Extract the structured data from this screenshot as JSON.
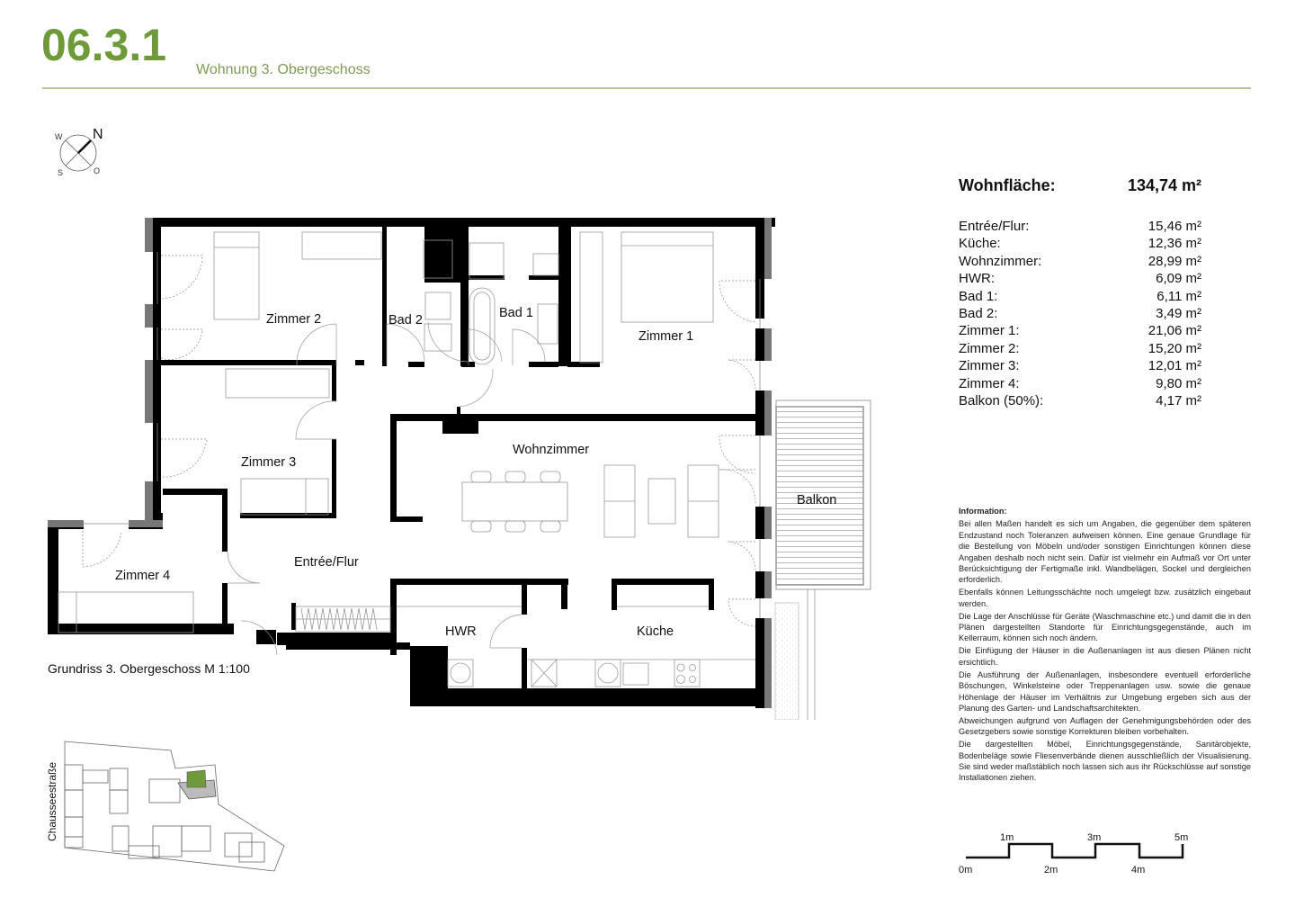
{
  "header": {
    "unit_number": "06.3.1",
    "subtitle": "Wohnung 3. Obergeschoss",
    "accent_color": "#6f9a3a"
  },
  "compass": {
    "icon": "compass-icon",
    "labels": {
      "north": "N",
      "west": "W",
      "south": "S",
      "east": "O"
    }
  },
  "plan": {
    "caption": "Grundriss 3. Obergeschoss  M 1:100",
    "rooms": [
      {
        "id": "zimmer2",
        "label": "Zimmer 2"
      },
      {
        "id": "bad2",
        "label": "Bad 2"
      },
      {
        "id": "bad1",
        "label": "Bad 1"
      },
      {
        "id": "zimmer1",
        "label": "Zimmer 1"
      },
      {
        "id": "zimmer3",
        "label": "Zimmer 3"
      },
      {
        "id": "wohnzimmer",
        "label": "Wohnzimmer"
      },
      {
        "id": "balkon",
        "label": "Balkon"
      },
      {
        "id": "zimmer4",
        "label": "Zimmer 4"
      },
      {
        "id": "entree",
        "label": "Entrée/Flur"
      },
      {
        "id": "hwr",
        "label": "HWR"
      },
      {
        "id": "kueche",
        "label": "Küche"
      }
    ]
  },
  "site_map": {
    "street_label": "Chausseestraße",
    "highlight_color": "#6f9a3a"
  },
  "areas": {
    "total_label": "Wohnfläche:",
    "total_value": "134,74 m²",
    "rows": [
      {
        "label": "Entrée/Flur:",
        "value": "15,46 m²"
      },
      {
        "label": "Küche:",
        "value": "12,36 m²"
      },
      {
        "label": "Wohnzimmer:",
        "value": "28,99 m²"
      },
      {
        "label": "HWR:",
        "value": "6,09 m²"
      },
      {
        "label": "Bad 1:",
        "value": "6,11 m²"
      },
      {
        "label": "Bad 2:",
        "value": "3,49 m²"
      },
      {
        "label": "Zimmer 1:",
        "value": "21,06 m²"
      },
      {
        "label": "Zimmer 2:",
        "value": "15,20 m²"
      },
      {
        "label": "Zimmer 3:",
        "value": "12,01 m²"
      },
      {
        "label": "Zimmer 4:",
        "value": "9,80 m²"
      },
      {
        "label": "Balkon (50%):",
        "value": "4,17 m²"
      }
    ]
  },
  "information": {
    "title": "Information:",
    "paragraphs": [
      "Bei allen Maßen handelt es sich um Angaben, die gegenüber dem späteren Endzustand noch Toleranzen aufweisen können. Eine genaue Grundlage für die Bestellung von Möbeln und/oder sonstigen Einrichtungen können diese Angaben deshalb noch nicht sein. Dafür ist vielmehr ein Aufmaß vor Ort unter Berücksichtigung der Fertigmaße inkl. Wandbelägen, Sockel und dergleichen erforderlich.",
      "Ebenfalls können Leitungsschächte noch umgelegt bzw. zusätzlich eingebaut werden.",
      "Die Lage der Anschlüsse für Geräte (Waschmaschine etc.) und damit die in den Plänen dargestellten Standorte für Einrichtungsgegenstände, auch im Kellerraum, können sich noch ändern.",
      "Die Einfügung der Häuser in die Außenanlagen ist aus diesen Plänen nicht ersichtlich.",
      "Die Ausführung der Außenanlagen, insbesondere eventuell erforderliche Böschungen, Winkelsteine oder Treppenanlagen usw. sowie die genaue Höhenlage der Häuser im Verhältnis zur Umgebung ergeben sich aus der Planung des Garten- und Landschaftsarchitekten.",
      "Abweichungen aufgrund von Auflagen der Genehmigungsbehörden oder des Gesetzgebers sowie sonstige Korrekturen bleiben vorbehalten.",
      "Die dargestellten Möbel, Einrichtungsgegenstände, Sanitärobjekte, Bodenbeläge sowie Fliesenverbände dienen ausschließlich der Visualisierung. Sie sind weder maßstäblich noch lassen sich aus ihr Rückschlüsse auf sonstige Installationen ziehen."
    ]
  },
  "scale_bar": {
    "labels_top": [
      "1m",
      "3m",
      "5m"
    ],
    "labels_bottom": [
      "0m",
      "2m",
      "4m"
    ]
  }
}
